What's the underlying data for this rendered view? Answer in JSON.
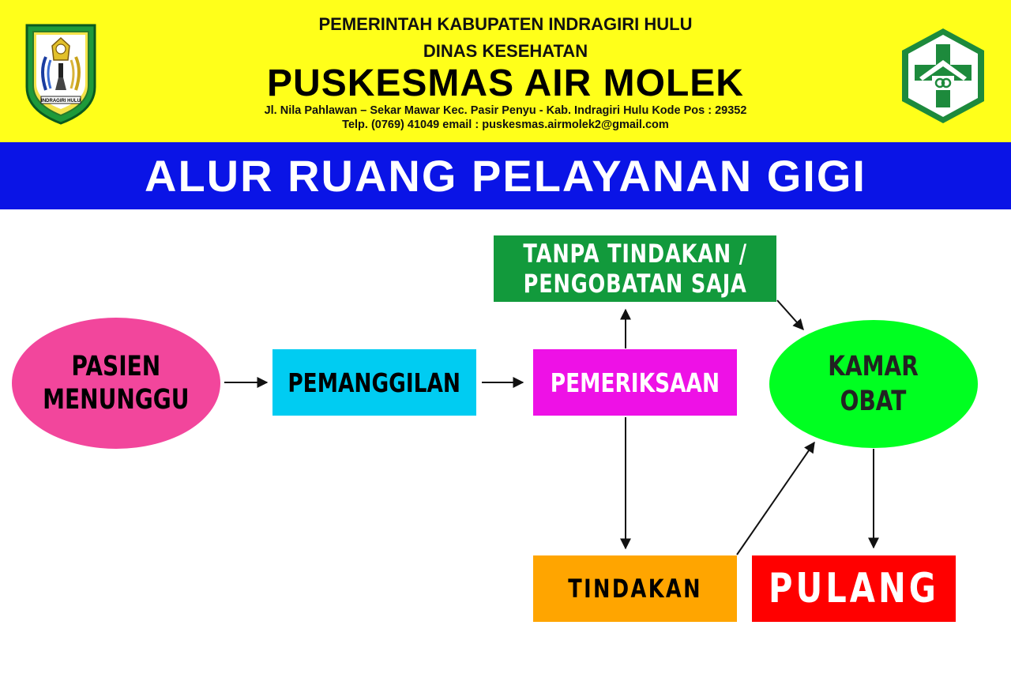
{
  "header": {
    "line1": "PEMERINTAH KABUPATEN INDRAGIRI HULU",
    "line2": "DINAS KESEHATAN",
    "title": "PUSKESMAS AIR MOLEK",
    "address": "Jl. Nila Pahlawan – Sekar Mawar Kec. Pasir Penyu - Kab. Indragiri Hulu Kode Pos : 29352",
    "contact": "Telp. (0769) 41049 email : puskesmas.airmolek2@gmail.com",
    "logo_left_text": "INDRAGIRI HULU",
    "left_logo_icon": "regency-crest-icon",
    "right_logo_icon": "puskesmas-cross-icon"
  },
  "banner": {
    "title": "ALUR RUANG PELAYANAN GIGI"
  },
  "flow": {
    "pasien_line1": "PASIEN",
    "pasien_line2": "MENUNGGU",
    "pemanggilan": "PEMANGGILAN",
    "pemeriksaan": "PEMERIKSAAN",
    "tanpa_line1": "TANPA  TINDAKAN  /",
    "tanpa_line2": "PENGOBATAN  SAJA",
    "kamar_line1": "KAMAR",
    "kamar_line2": "OBAT",
    "tindakan": "TINDAKAN",
    "pulang": "PULANG"
  },
  "colors": {
    "header_bg": "#ffff1a",
    "banner_bg": "#0a14e6",
    "pasien": "#f2469c",
    "pemanggilan": "#00ccf2",
    "pemeriksaan": "#ee11e6",
    "tanpa_tindakan": "#129a3c",
    "kamar_obat": "#00ff21",
    "tindakan": "#ffa500",
    "pulang": "#ff0000"
  }
}
